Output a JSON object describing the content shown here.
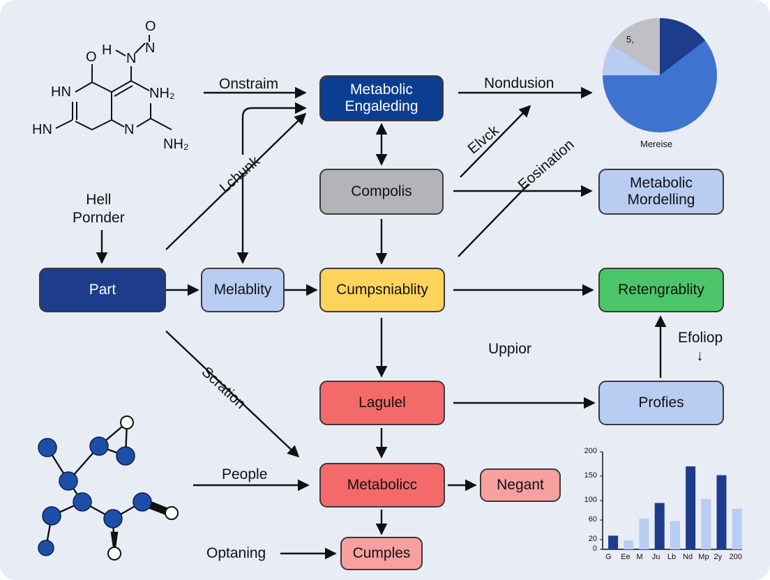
{
  "nodes": {
    "metabolic_engaleding": {
      "label": "Metabolic Engaleding",
      "color": "#0b3d91",
      "text_color": "#ffffff"
    },
    "compolis": {
      "label": "Compolis",
      "color": "#b4b4b8",
      "text_color": "#111111"
    },
    "metabolic_modelling": {
      "label": "Metabolic Mordelling",
      "color": "#b9cdf3",
      "text_color": "#111111"
    },
    "part": {
      "label": "Part",
      "color": "#1e3c8c",
      "text_color": "#ffffff"
    },
    "melablity": {
      "label": "Melablity",
      "color": "#b9cdf3",
      "text_color": "#111111"
    },
    "cumpsniablity": {
      "label": "Cumpsniablity",
      "color": "#fcd45c",
      "text_color": "#111111"
    },
    "retengrablity": {
      "label": "Retengrablity",
      "color": "#4cc56a",
      "text_color": "#111111"
    },
    "lagulel": {
      "label": "Lagulel",
      "color": "#f46a6a",
      "text_color": "#111111"
    },
    "profies": {
      "label": "Profies",
      "color": "#b9cdf3",
      "text_color": "#111111"
    },
    "metabolicc": {
      "label": "Metabolicc",
      "color": "#f46a6a",
      "text_color": "#111111"
    },
    "negant": {
      "label": "Negant",
      "color": "#f7a0a0",
      "text_color": "#111111"
    },
    "cumples": {
      "label": "Cumples",
      "color": "#f7a0a0",
      "text_color": "#111111"
    }
  },
  "labels": {
    "onstraim": "Onstraim",
    "nondusion": "Nondusion",
    "elvck": "Elvck",
    "eosination": "Eosination",
    "lchunk": "Lchunk",
    "hell_ponder": "Hell\nPornder",
    "uppior": "Uppior",
    "efoliop": "Efoliop",
    "efoliop_arrow": "↓",
    "scration": "Scration",
    "people": "People",
    "optaning": "Optaning"
  },
  "molecule": {
    "atoms": [
      "O",
      "H",
      "N",
      "N",
      "O",
      "HN",
      "NH₂",
      "HN",
      "N",
      "NH₂"
    ]
  },
  "pie": {
    "inner_label": "5,",
    "caption": "Mereise"
  },
  "chart_data": {
    "type": "bar",
    "categories": [
      "G",
      "Ee",
      "M",
      "Ju",
      "Lb",
      "Nd",
      "Mp",
      "2y",
      "200"
    ],
    "values": [
      28,
      18,
      63,
      95,
      58,
      170,
      103,
      152,
      83
    ],
    "colors": [
      "#1e3c8c",
      "#b9cdf3",
      "#b9cdf3",
      "#1e3c8c",
      "#b9cdf3",
      "#1e3c8c",
      "#b9cdf3",
      "#1e3c8c",
      "#b9cdf3"
    ],
    "y_ticks": [
      "0",
      "20",
      "60",
      "100",
      "150",
      "200"
    ],
    "ylim": [
      0,
      200
    ],
    "title": "",
    "xlabel": "",
    "ylabel": ""
  },
  "palette": {
    "background": "#e8ecf4",
    "edge": "#111111",
    "dark_blue": "#1e3c8c",
    "mid_blue": "#3f73d0",
    "light_blue": "#b9cdf3",
    "grey": "#b4b4b8"
  }
}
